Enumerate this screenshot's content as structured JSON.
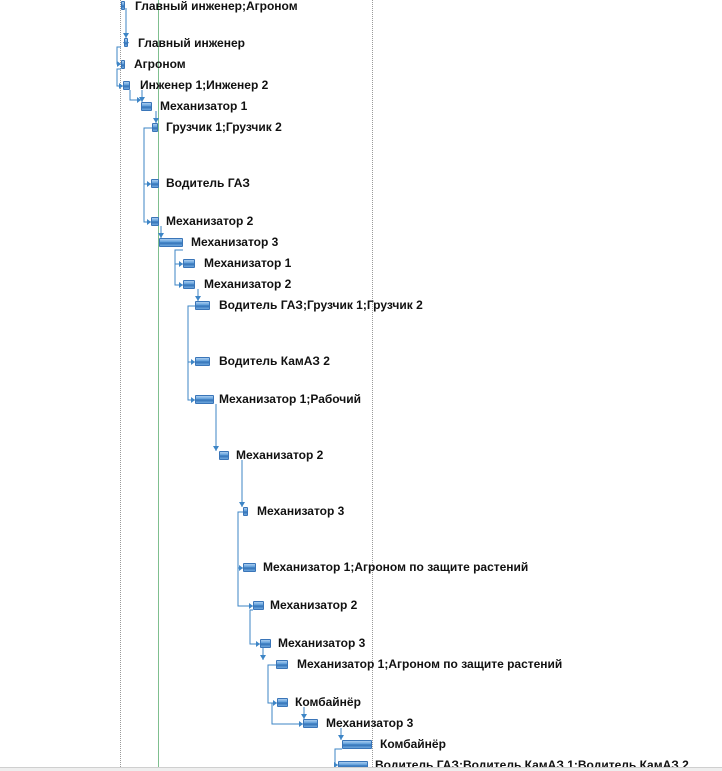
{
  "colors": {
    "bar": "#4a8bd0",
    "link": "#3d85c6",
    "today_line": "#7fbf8f",
    "grid_line": "#9a9a9a"
  },
  "tasks": [
    {
      "id": 0,
      "label": "Главный инженер;Агроном"
    },
    {
      "id": 1,
      "label": "Главный инженер"
    },
    {
      "id": 2,
      "label": "Агроном"
    },
    {
      "id": 3,
      "label": "Инженер 1;Инженер 2"
    },
    {
      "id": 4,
      "label": "Механизатор 1"
    },
    {
      "id": 5,
      "label": "Грузчик 1;Грузчик 2"
    },
    {
      "id": 6,
      "label": "Водитель ГАЗ"
    },
    {
      "id": 7,
      "label": "Механизатор 2"
    },
    {
      "id": 8,
      "label": "Механизатор 3"
    },
    {
      "id": 9,
      "label": "Механизатор 1"
    },
    {
      "id": 10,
      "label": "Механизатор 2"
    },
    {
      "id": 11,
      "label": "Водитель ГАЗ;Грузчик 1;Грузчик 2"
    },
    {
      "id": 12,
      "label": "Водитель КамАЗ 2"
    },
    {
      "id": 13,
      "label": "Механизатор 1;Рабочий"
    },
    {
      "id": 14,
      "label": "Механизатор 2"
    },
    {
      "id": 15,
      "label": "Механизатор 3"
    },
    {
      "id": 16,
      "label": "Механизатор 1;Агроном по защите растений"
    },
    {
      "id": 17,
      "label": "Механизатор 2"
    },
    {
      "id": 18,
      "label": "Механизатор 3"
    },
    {
      "id": 19,
      "label": "Механизатор 1;Агроном по защите растений"
    },
    {
      "id": 20,
      "label": "Комбайнёр"
    },
    {
      "id": 21,
      "label": "Механизатор 3"
    },
    {
      "id": 22,
      "label": "Комбайнёр"
    },
    {
      "id": 23,
      "label": "Водитель ГАЗ;Водитель КамАЗ 1;Водитель КамАЗ 2"
    }
  ]
}
